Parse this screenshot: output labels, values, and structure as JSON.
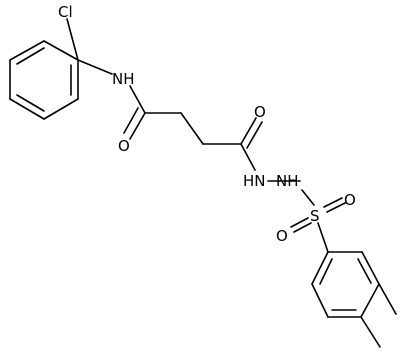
{
  "molecule": {
    "labels": {
      "cl": "Cl",
      "nh_amide": "NH",
      "o_amide": "O",
      "o_hydrazide": "O",
      "hn_left": "HN",
      "nh_right": "NH",
      "s": "S",
      "o_sulfonyl_left": "O",
      "o_sulfonyl_right": "O"
    }
  }
}
